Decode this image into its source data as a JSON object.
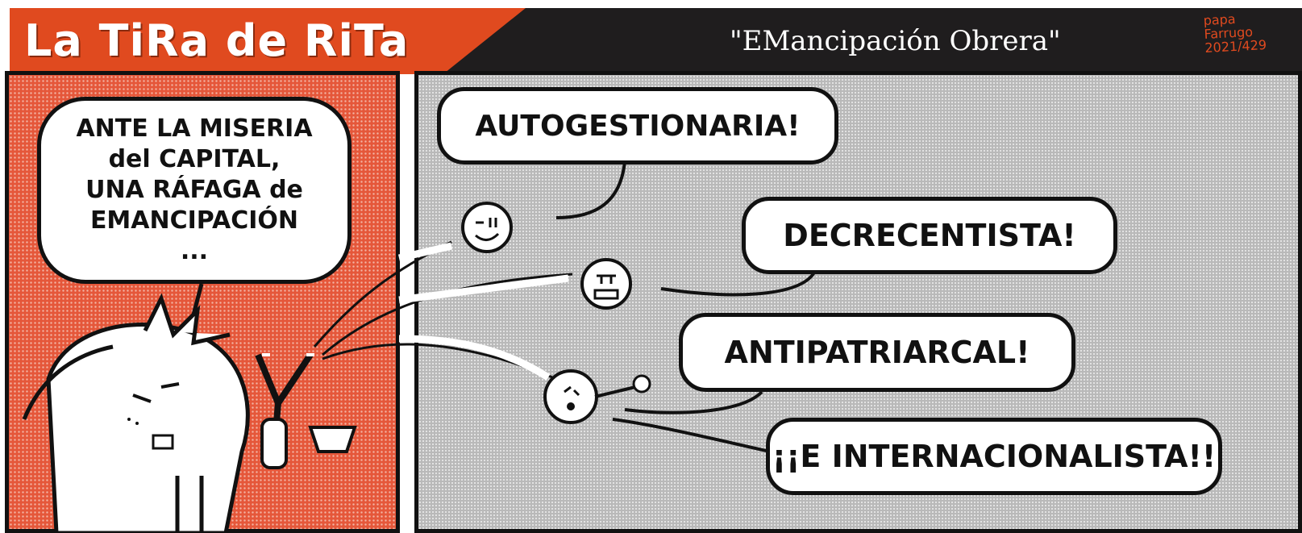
{
  "header": {
    "strip_title": "La TiRa de RiTa",
    "episode_title": "\"EMancipación Obrera\"",
    "signature": [
      "papa",
      "Farrugo",
      "2021/429"
    ]
  },
  "panel_left": {
    "speech_lines": [
      "ANTE LA MISERIA",
      "del CAPITAL,",
      "UNA RÁFAGA de",
      "EMANCIPACIÓN",
      "..."
    ]
  },
  "panel_right": {
    "bubbles": [
      "AUTOGESTIONARIA!",
      "DECRECENTISTA!",
      "ANTIPATRIARCAL!",
      "¡¡E INTERNACIONALISTA!!"
    ]
  },
  "colors": {
    "accent_red": "#e04a1f",
    "header_black": "#1f1d1e",
    "halftone_gray": "#b9b9b9"
  }
}
